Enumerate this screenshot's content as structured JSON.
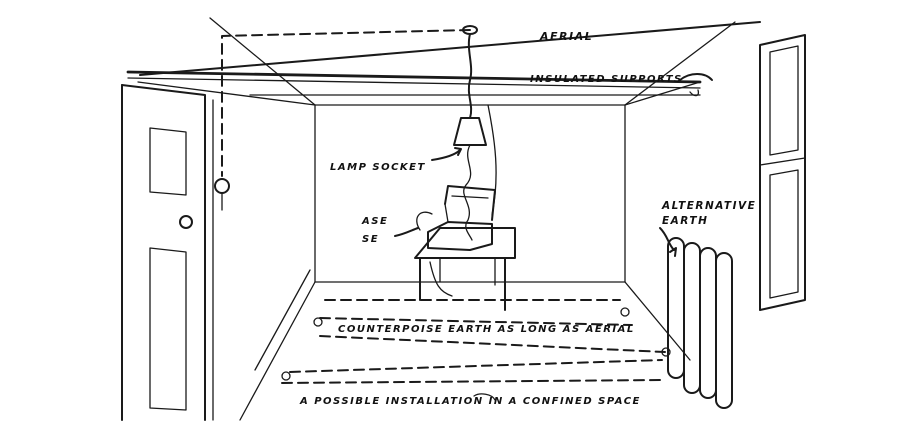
{
  "labels": {
    "aerial": "AERIAL",
    "insulated_supports": "INSULATED SUPPORTS",
    "lamp_socket": "LAMP SOCKET",
    "alternative_earth_line1": "ALTERNATIVE",
    "alternative_earth_line2": "EARTH",
    "case_partial_1": "ASE",
    "case_partial_2": "SE",
    "counterpoise": "COUNTERPOISE EARTH AS LONG AS AERIAL",
    "caption": "A POSSIBLE INSTALLATION IN A CONFINED SPACE"
  }
}
